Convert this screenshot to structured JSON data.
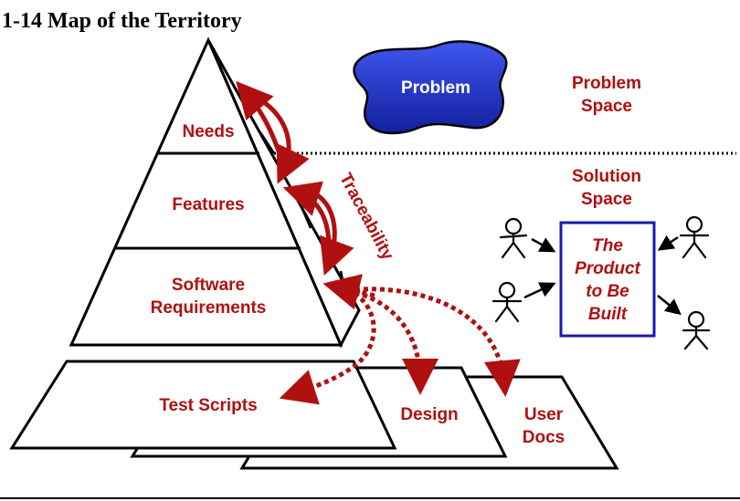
{
  "title": "1-14 Map of the Territory",
  "problem_blob": "Problem",
  "problem_space": [
    "Problem",
    "Space"
  ],
  "solution_space": [
    "Solution",
    "Space"
  ],
  "pyramid": {
    "needs": "Needs",
    "features": "Features",
    "software_requirements": [
      "Software",
      "Requirements"
    ]
  },
  "traceability": "Traceability",
  "sheets": {
    "test_scripts": "Test Scripts",
    "design": "Design",
    "user_docs": [
      "User",
      "Docs"
    ]
  },
  "product_box": [
    "The",
    "Product",
    "to Be",
    "Built"
  ],
  "colors": {
    "label_red": "#b01010",
    "blob_blue": "#2233cc",
    "product_box_border": "#1a1ab0"
  }
}
